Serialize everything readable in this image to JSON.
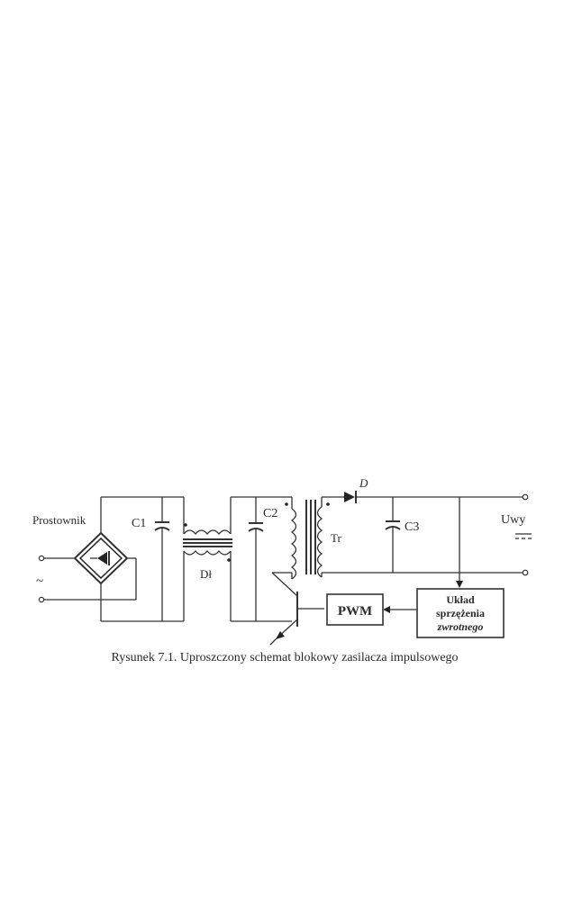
{
  "figure": {
    "caption": "Rysunek 7.1. Uproszczony schemat blokowy zasilacza impulsowego",
    "labels": {
      "rectifier": "Prostownik",
      "ac_symbol": "~",
      "c1": "C1",
      "choke": "Dł",
      "c2": "C2",
      "transformer": "Tr",
      "diode": "D",
      "c3": "C3",
      "output_voltage": "Uwy",
      "pwm": "PWM",
      "feedback_line1": "Układ",
      "feedback_line2": "sprzężenia",
      "feedback_line3": "zwrotnego"
    }
  }
}
